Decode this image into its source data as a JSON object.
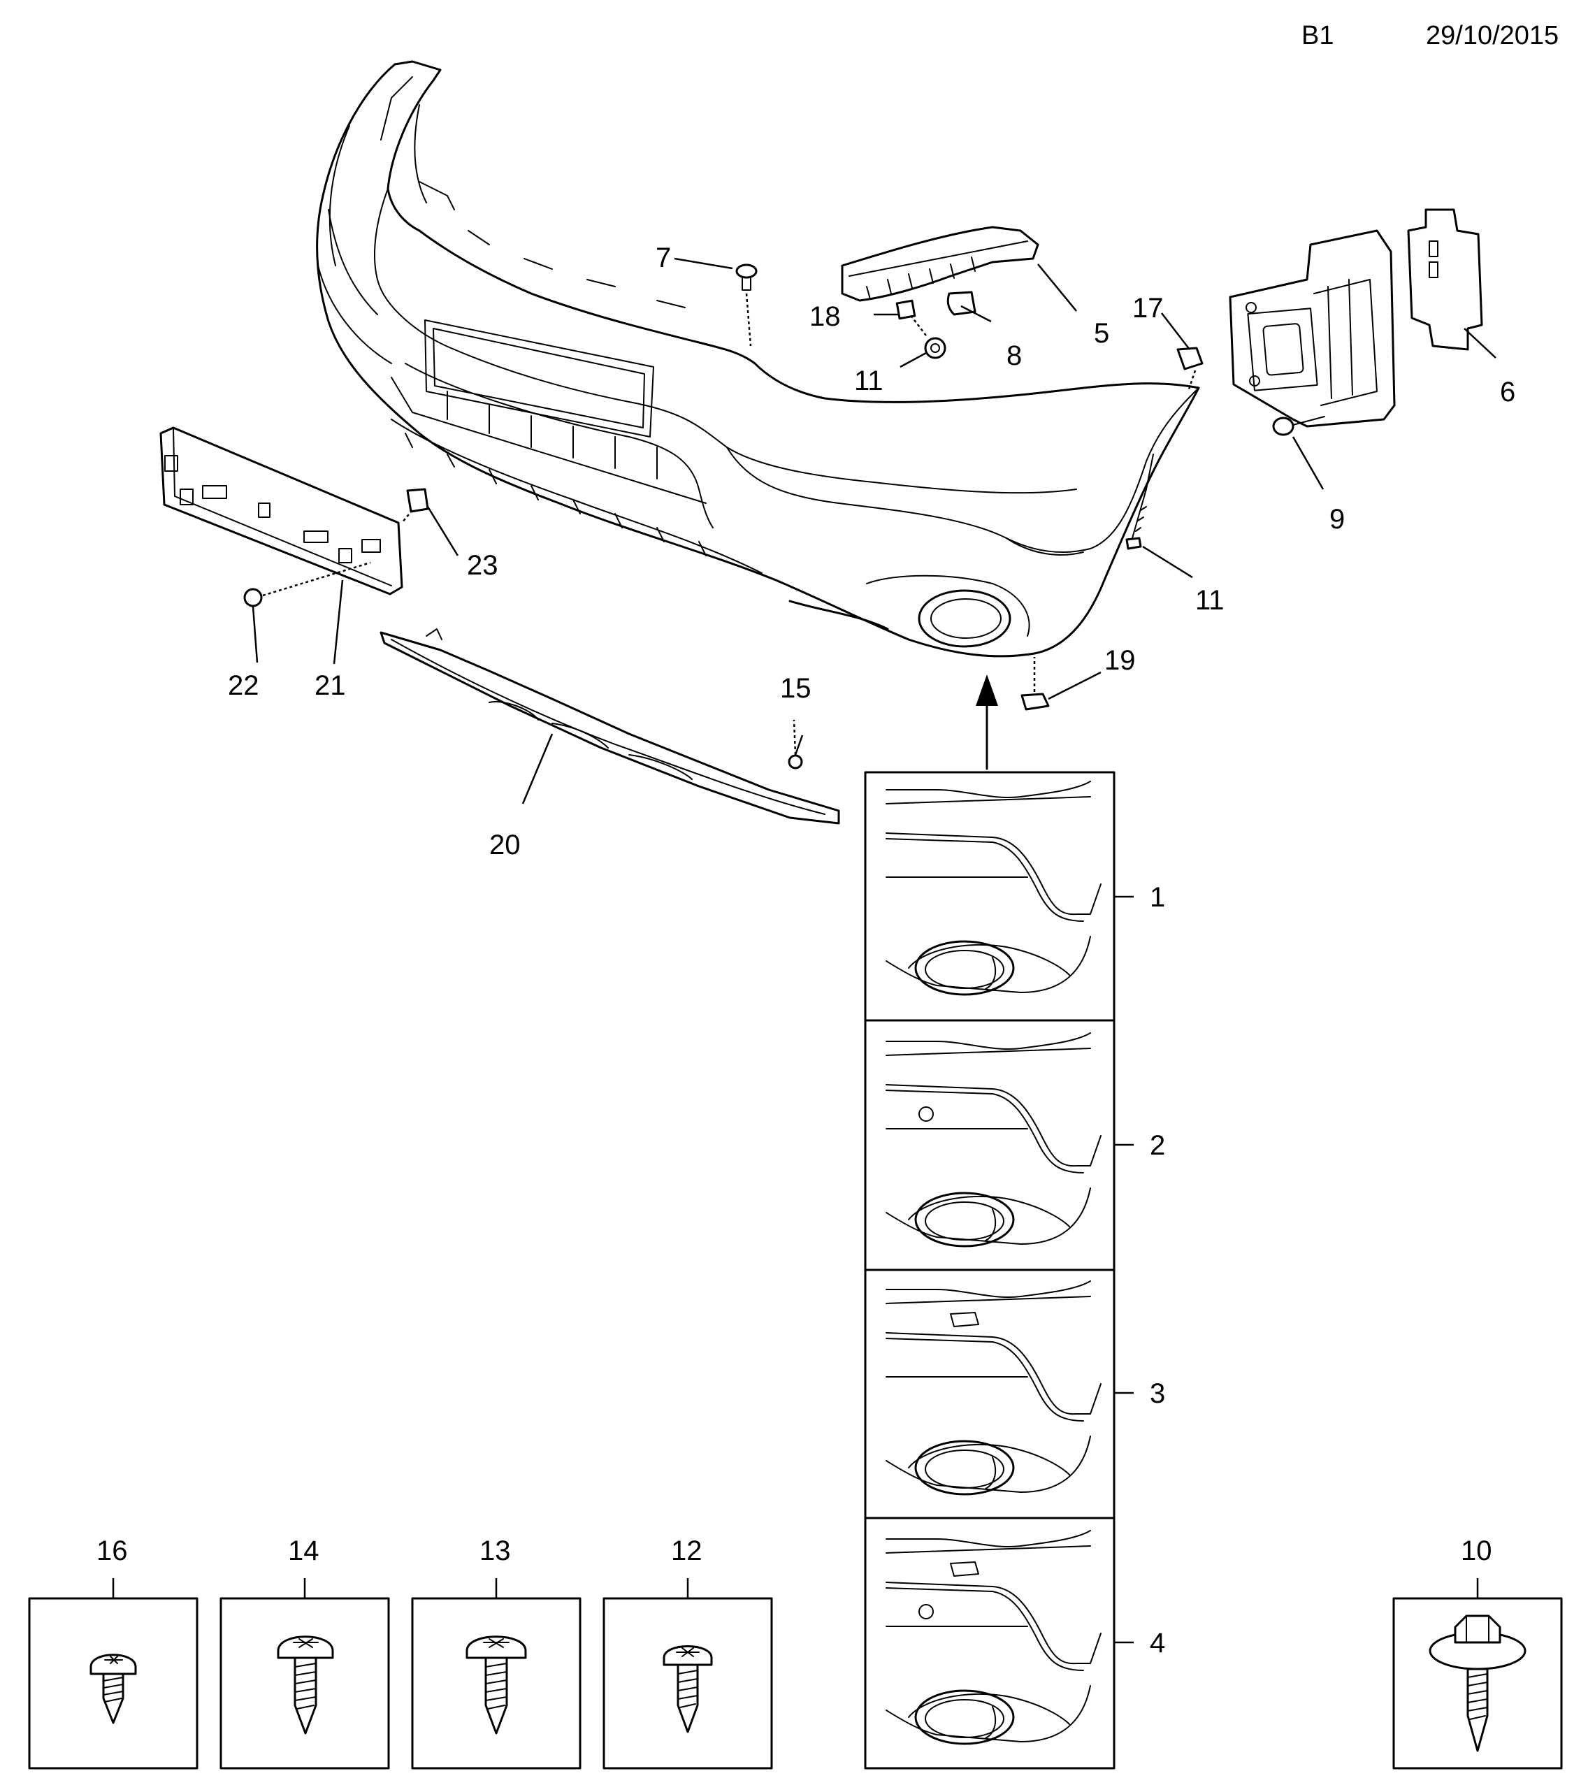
{
  "header": {
    "code": "B1",
    "date": "29/10/2015"
  },
  "callouts": {
    "c1": "1",
    "c2": "2",
    "c3": "3",
    "c4": "4",
    "c5": "5",
    "c6": "6",
    "c7": "7",
    "c8": "8",
    "c9": "9",
    "c10": "10",
    "c11a": "11",
    "c11b": "11",
    "c12": "12",
    "c13": "13",
    "c14": "14",
    "c15": "15",
    "c16": "16",
    "c17": "17",
    "c18": "18",
    "c19": "19",
    "c20": "20",
    "c21": "21",
    "c22": "22",
    "c23": "23"
  }
}
